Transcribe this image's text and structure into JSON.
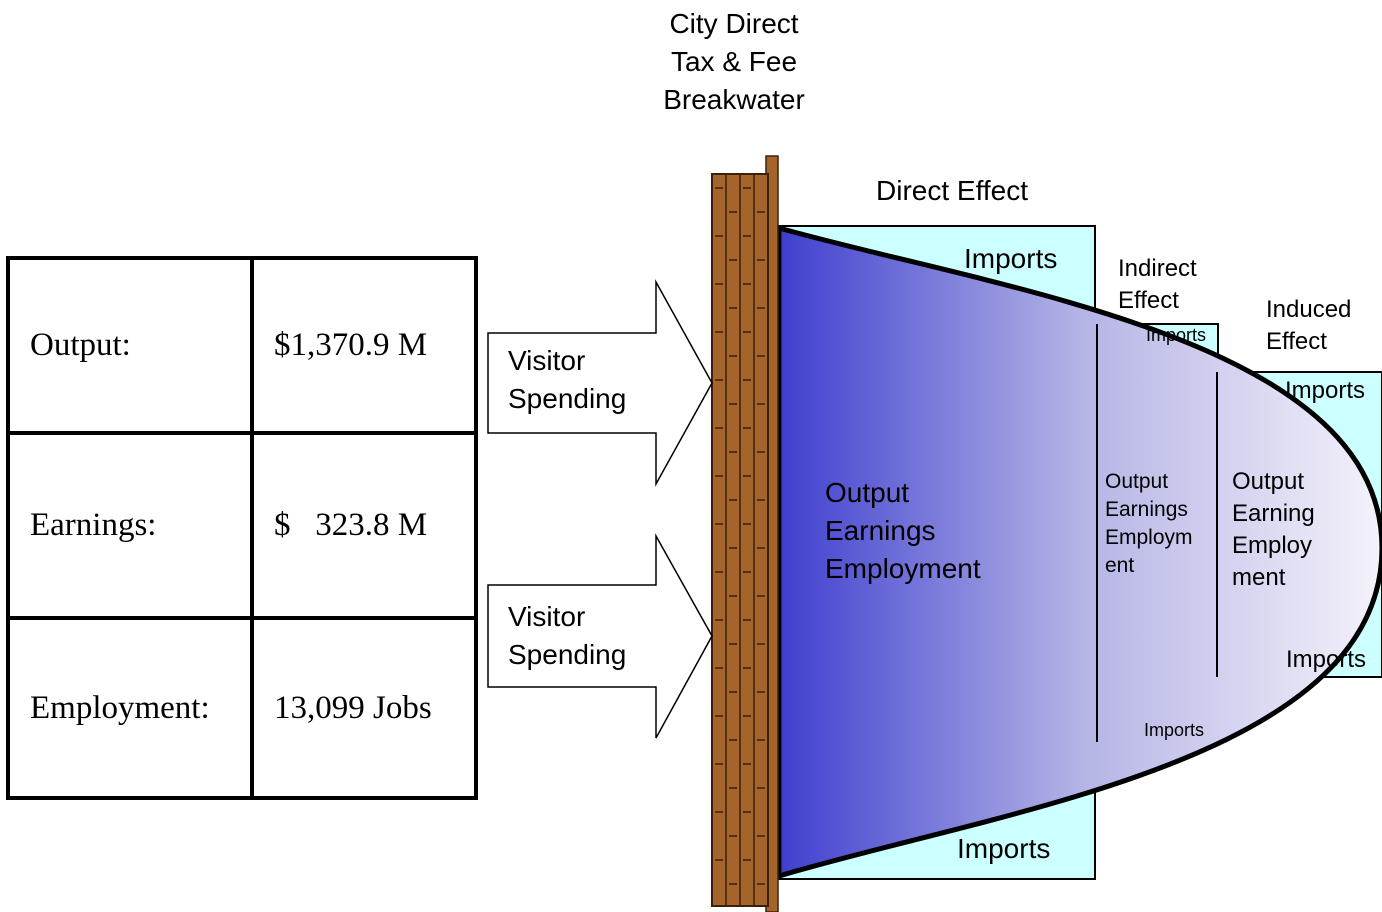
{
  "diagram": {
    "title": "City Direct\nTax & Fee\nBreakwater",
    "arrows": [
      {
        "label": "Visitor\nSpending"
      },
      {
        "label": "Visitor\nSpending"
      }
    ],
    "stages": {
      "direct": {
        "header": "Direct Effect",
        "imports_top": "Imports",
        "imports_bottom": "Imports",
        "body": "Output\nEarnings\nEmployment"
      },
      "indirect": {
        "header": "Indirect\nEffect",
        "imports_top": "Imports",
        "imports_bottom": "Imports",
        "body": "Output\nEarnings\nEmploym\nent"
      },
      "induced": {
        "header": "Induced\nEffect",
        "imports_top": "Imports",
        "imports_bottom": "Imports",
        "body": "Output\nEarning\nEmploy\nment"
      }
    },
    "colors": {
      "imports_fill": "#ccffff",
      "flow_dark": "#3f3fcf",
      "flow_light": "#f4f2fa",
      "brick": "#a5642a"
    }
  },
  "summary": {
    "rows": [
      {
        "label": "Output:",
        "value": "$1,370.9 M"
      },
      {
        "label": "Earnings:",
        "value": "$   323.8 M"
      },
      {
        "label": "Employment:",
        "value": "13,099 Jobs"
      }
    ]
  }
}
